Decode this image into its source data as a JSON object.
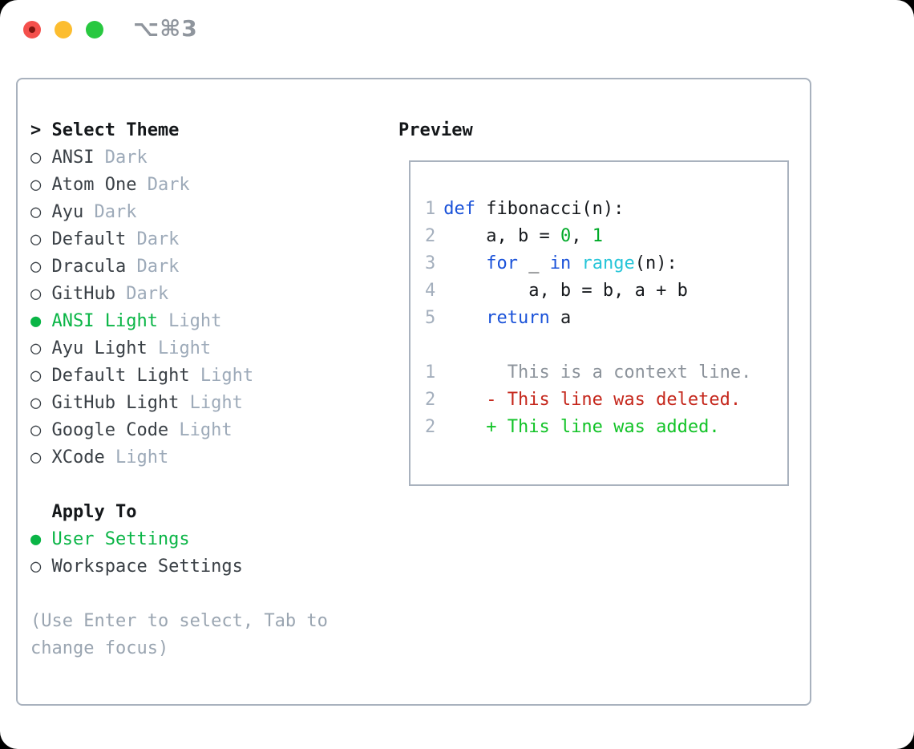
{
  "window": {
    "title": "⌥⌘3",
    "traffic_lights": [
      "close",
      "minimize",
      "zoom"
    ]
  },
  "colors": {
    "accent_green": "#0ab546",
    "keyword_blue": "#1a52d9",
    "builtin_cyan": "#26c5d8",
    "number_green": "#00aa28",
    "diff_red": "#c5271c",
    "diff_green": "#12c327",
    "muted_gray": "#9daab9",
    "line_number_gray": "#a4afbd",
    "border_gray": "#a9b2be",
    "traffic_red": "#f4504c",
    "traffic_yellow": "#fcbd2f",
    "traffic_green": "#28c840"
  },
  "markers": {
    "header": ">",
    "selected": "●",
    "unselected": "○"
  },
  "theme_picker": {
    "heading": "Select Theme",
    "items": [
      {
        "label": "ANSI",
        "variant": "Dark",
        "selected": false
      },
      {
        "label": "Atom One",
        "variant": "Dark",
        "selected": false
      },
      {
        "label": "Ayu",
        "variant": "Dark",
        "selected": false
      },
      {
        "label": "Default",
        "variant": "Dark",
        "selected": false
      },
      {
        "label": "Dracula",
        "variant": "Dark",
        "selected": false
      },
      {
        "label": "GitHub",
        "variant": "Dark",
        "selected": false
      },
      {
        "label": "ANSI Light",
        "variant": "Light",
        "selected": true
      },
      {
        "label": "Ayu Light",
        "variant": "Light",
        "selected": false
      },
      {
        "label": "Default Light",
        "variant": "Light",
        "selected": false
      },
      {
        "label": "GitHub Light",
        "variant": "Light",
        "selected": false
      },
      {
        "label": "Google Code",
        "variant": "Light",
        "selected": false
      },
      {
        "label": "XCode",
        "variant": "Light",
        "selected": false
      }
    ]
  },
  "apply_to": {
    "heading": "Apply To",
    "options": [
      {
        "label": "User Settings",
        "selected": true
      },
      {
        "label": "Workspace Settings",
        "selected": false
      }
    ]
  },
  "hint_lines": [
    "(Use Enter to select, Tab to",
    "change focus)"
  ],
  "preview": {
    "heading": "Preview",
    "code_lines": [
      {
        "num": "1",
        "tokens": [
          {
            "t": "def",
            "c": "kw"
          },
          {
            "t": " fibonacci(n):",
            "c": "pl"
          }
        ]
      },
      {
        "num": "2",
        "tokens": [
          {
            "t": "    a, b = ",
            "c": "pl"
          },
          {
            "t": "0",
            "c": "num"
          },
          {
            "t": ", ",
            "c": "pl"
          },
          {
            "t": "1",
            "c": "num"
          }
        ]
      },
      {
        "num": "3",
        "tokens": [
          {
            "t": "    ",
            "c": "pl"
          },
          {
            "t": "for",
            "c": "kw"
          },
          {
            "t": " _ ",
            "c": "pl"
          },
          {
            "t": "in",
            "c": "kw"
          },
          {
            "t": " ",
            "c": "pl"
          },
          {
            "t": "range",
            "c": "fn"
          },
          {
            "t": "(n):",
            "c": "pl"
          }
        ]
      },
      {
        "num": "4",
        "tokens": [
          {
            "t": "        a, b = b, a + b",
            "c": "pl"
          }
        ]
      },
      {
        "num": "5",
        "tokens": [
          {
            "t": "    ",
            "c": "pl"
          },
          {
            "t": "return",
            "c": "kw"
          },
          {
            "t": " a",
            "c": "pl"
          }
        ]
      },
      {
        "num": "",
        "tokens": []
      },
      {
        "num": "1",
        "tokens": [
          {
            "t": "      This is a context line.",
            "c": "ctx"
          }
        ]
      },
      {
        "num": "2",
        "tokens": [
          {
            "t": "    - This line was deleted.",
            "c": "del"
          }
        ]
      },
      {
        "num": "2",
        "tokens": [
          {
            "t": "    + This line was added.",
            "c": "add"
          }
        ]
      }
    ]
  }
}
